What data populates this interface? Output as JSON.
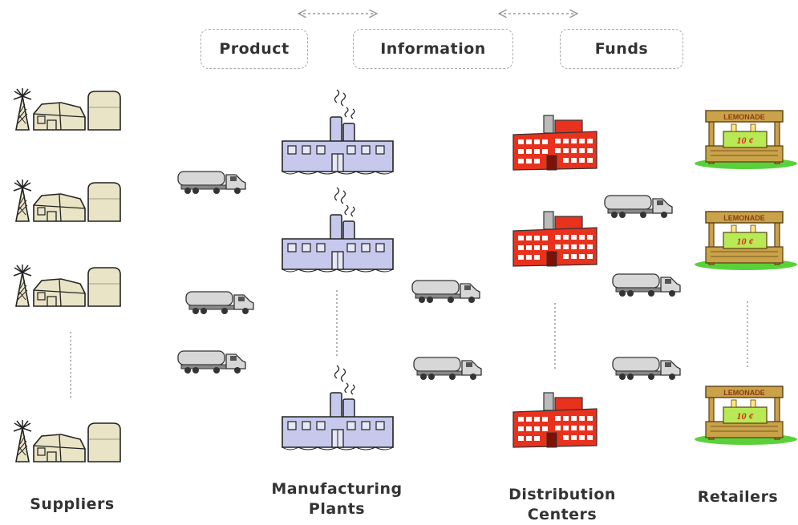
{
  "flows": {
    "product": "Product",
    "information": "Information",
    "funds": "Funds"
  },
  "columns": {
    "suppliers": "Suppliers",
    "manufacturing_line1": "Manufacturing",
    "manufacturing_line2": "Plants",
    "distribution_line1": "Distribution",
    "distribution_line2": "Centers",
    "retailers": "Retailers"
  },
  "retail_stand": {
    "sign": "LEMONADE",
    "price": "10 ¢"
  },
  "icons": {
    "supplier": "farm-icon",
    "plant": "factory-icon",
    "distribution": "warehouse-building-icon",
    "retailer": "lemonade-stand-icon",
    "transport": "tanker-truck-icon"
  },
  "colors": {
    "farm_fill": "#e9e4c6",
    "factory_fill": "#c6c9ec",
    "warehouse_red": "#e8321e",
    "stand_wood": "#c9a24a",
    "stand_green": "#b8ea56",
    "grass": "#5ad13a",
    "truck_body": "#d7d7d7"
  }
}
